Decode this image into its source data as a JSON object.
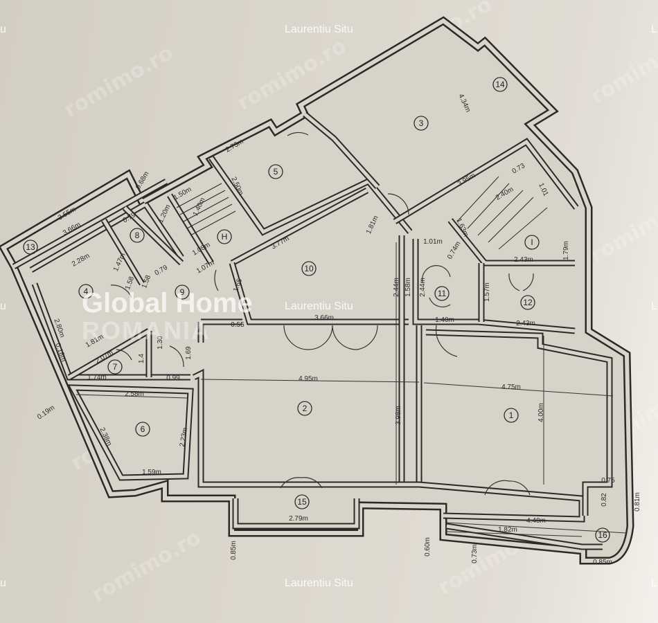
{
  "watermarks": {
    "author": "Laurentiu Situ",
    "edge_left": "u",
    "edge_right": "L",
    "site": "romimo.ro"
  },
  "logo": {
    "line1": "Global Home",
    "line2": "ROMANIA"
  },
  "rooms": [
    "3",
    "14",
    "5",
    "H",
    "8",
    "4",
    "9",
    "10",
    "11",
    "12",
    "I",
    "2",
    "1",
    "7",
    "6",
    "15",
    "16",
    "13"
  ],
  "dimensions": [
    "3.55m",
    "3.66m",
    "2.28m",
    "0.68m",
    "0.79",
    "1.50m",
    "1.47m",
    "1.20m",
    "1.40m",
    "1.08m",
    "1.07m",
    "0.79",
    "1.58",
    "1.58",
    "2.80m",
    "1.81m",
    "2.07m",
    "0.18m",
    "1.74m",
    "0.99",
    "1.4",
    "1.30",
    "1.69",
    "1.65",
    "0.55",
    "3.66m",
    "3.77m",
    "1.81m",
    "2.73m",
    "2.50m",
    "4.34m",
    "3.95m",
    "2.40m",
    "0.73",
    "1.01",
    "1.63m",
    "1.01m",
    "0.74m",
    "2.43m",
    "1.79m",
    "2.44m",
    "1.58m",
    "2.44m",
    "1.57m",
    "1.40m",
    "2.43m",
    "4.95m",
    "4.75m",
    "3.98m",
    "4.00m",
    "2.58m",
    "0.19m",
    "2.38m",
    "2.23m",
    "1.59m",
    "2.79m",
    "4.48m",
    "1.82m",
    "0.75",
    "0.82",
    "0.81m",
    "0.85m",
    "0.85m",
    "0.60m",
    "0.73m"
  ],
  "colors": {
    "paper": "#dcd7cd",
    "ink": "#2a2a2a"
  }
}
